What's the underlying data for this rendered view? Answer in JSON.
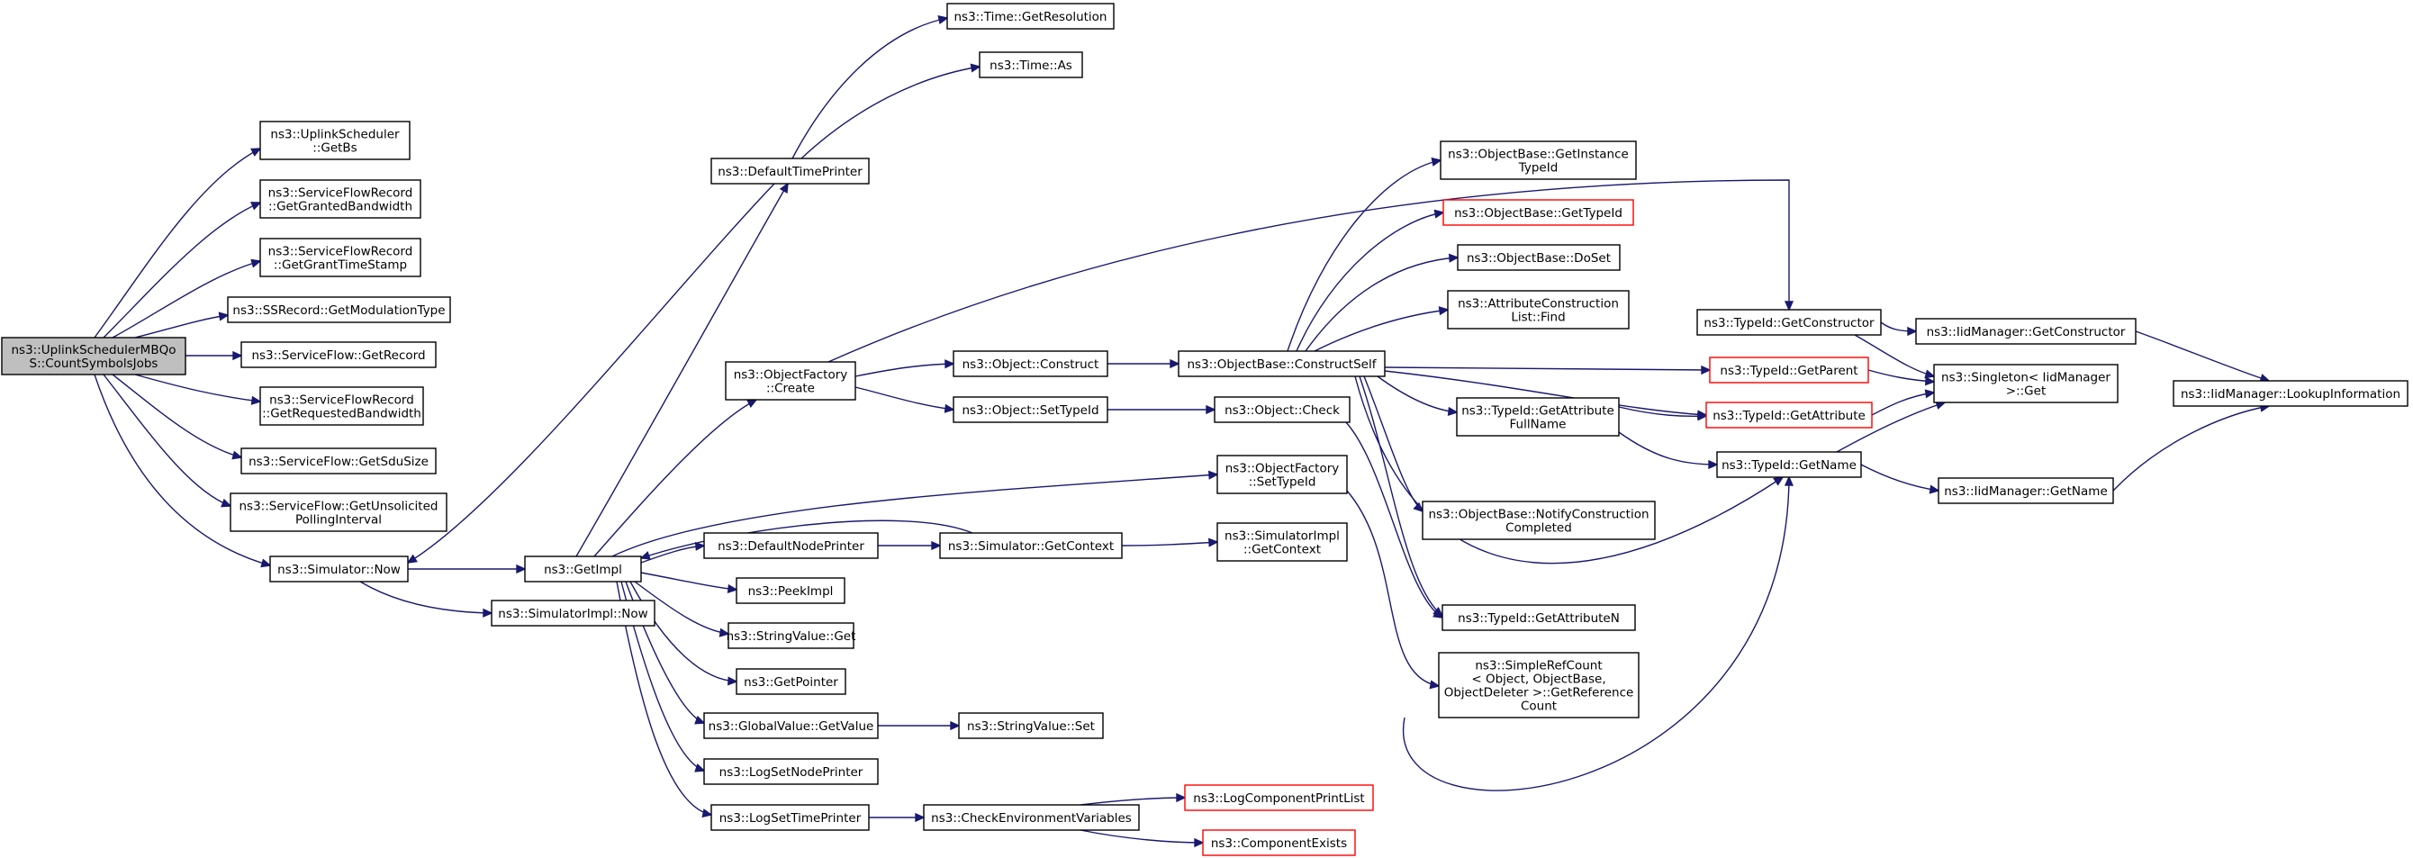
{
  "nodes": [
    {
      "id": "root",
      "lines": [
        "ns3::UplinkSchedulerMBQo",
        "S::CountSymbolsJobs"
      ],
      "style": "root"
    },
    {
      "id": "getbs",
      "lines": [
        "ns3::UplinkScheduler",
        "::GetBs"
      ]
    },
    {
      "id": "grantedbw",
      "lines": [
        "ns3::ServiceFlowRecord",
        "::GetGrantedBandwidth"
      ]
    },
    {
      "id": "granttime",
      "lines": [
        "ns3::ServiceFlowRecord",
        "::GetGrantTimeStamp"
      ]
    },
    {
      "id": "modtype",
      "lines": [
        "ns3::SSRecord::GetModulationType"
      ]
    },
    {
      "id": "getrecord",
      "lines": [
        "ns3::ServiceFlow::GetRecord"
      ]
    },
    {
      "id": "reqbw",
      "lines": [
        "ns3::ServiceFlowRecord",
        "::GetRequestedBandwidth"
      ]
    },
    {
      "id": "sdusize",
      "lines": [
        "ns3::ServiceFlow::GetSduSize"
      ]
    },
    {
      "id": "unsolicited",
      "lines": [
        "ns3::ServiceFlow::GetUnsolicited",
        "PollingInterval"
      ]
    },
    {
      "id": "simnow",
      "lines": [
        "ns3::Simulator::Now"
      ]
    },
    {
      "id": "deftimeprinter",
      "lines": [
        "ns3::DefaultTimePrinter"
      ]
    },
    {
      "id": "getresolution",
      "lines": [
        "ns3::Time::GetResolution"
      ]
    },
    {
      "id": "timeas",
      "lines": [
        "ns3::Time::As"
      ]
    },
    {
      "id": "objfactcreate",
      "lines": [
        "ns3::ObjectFactory",
        "::Create"
      ]
    },
    {
      "id": "objconstruct",
      "lines": [
        "ns3::Object::Construct"
      ]
    },
    {
      "id": "objsettypeid",
      "lines": [
        "ns3::Object::SetTypeId"
      ]
    },
    {
      "id": "getimpl",
      "lines": [
        "ns3::GetImpl"
      ]
    },
    {
      "id": "simimplnow",
      "lines": [
        "ns3::SimulatorImpl::Now"
      ]
    },
    {
      "id": "defnodeprinter",
      "lines": [
        "ns3::DefaultNodePrinter"
      ]
    },
    {
      "id": "peekimpl",
      "lines": [
        "ns3::PeekImpl"
      ]
    },
    {
      "id": "strvalget",
      "lines": [
        "ns3::StringValue::Get"
      ]
    },
    {
      "id": "getpointer",
      "lines": [
        "ns3::GetPointer"
      ]
    },
    {
      "id": "globalgetvalue",
      "lines": [
        "ns3::GlobalValue::GetValue"
      ]
    },
    {
      "id": "logsetnode",
      "lines": [
        "ns3::LogSetNodePrinter"
      ]
    },
    {
      "id": "logsettime",
      "lines": [
        "ns3::LogSetTimePrinter"
      ]
    },
    {
      "id": "simgetcontext",
      "lines": [
        "ns3::Simulator::GetContext"
      ]
    },
    {
      "id": "strvalset",
      "lines": [
        "ns3::StringValue::Set"
      ]
    },
    {
      "id": "checkenv",
      "lines": [
        "ns3::CheckEnvironmentVariables"
      ]
    },
    {
      "id": "logcompprint",
      "lines": [
        "ns3::LogComponentPrintList"
      ],
      "style": "trunc"
    },
    {
      "id": "compexists",
      "lines": [
        "ns3::ComponentExists"
      ],
      "style": "trunc"
    },
    {
      "id": "objcheck",
      "lines": [
        "ns3::Object::Check"
      ]
    },
    {
      "id": "objfactsettypeid",
      "lines": [
        "ns3::ObjectFactory",
        "::SetTypeId"
      ]
    },
    {
      "id": "simimplgetcontext",
      "lines": [
        "ns3::SimulatorImpl",
        "::GetContext"
      ]
    },
    {
      "id": "constructself",
      "lines": [
        "ns3::ObjectBase::ConstructSelf"
      ]
    },
    {
      "id": "getinstancetypeid",
      "lines": [
        "ns3::ObjectBase::GetInstance",
        "TypeId"
      ]
    },
    {
      "id": "obgettypeid",
      "lines": [
        "ns3::ObjectBase::GetTypeId"
      ],
      "style": "trunc"
    },
    {
      "id": "obdoset",
      "lines": [
        "ns3::ObjectBase::DoSet"
      ]
    },
    {
      "id": "attrconstrfind",
      "lines": [
        "ns3::AttributeConstruction",
        "List::Find"
      ]
    },
    {
      "id": "getattrfullname",
      "lines": [
        "ns3::TypeId::GetAttribute",
        "FullName"
      ]
    },
    {
      "id": "notifyconstr",
      "lines": [
        "ns3::ObjectBase::NotifyConstruction",
        "Completed"
      ]
    },
    {
      "id": "getattributen",
      "lines": [
        "ns3::TypeId::GetAttributeN"
      ]
    },
    {
      "id": "simplerefcount",
      "lines": [
        "ns3::SimpleRefCount",
        "< Object, ObjectBase,",
        "ObjectDeleter >::GetReference",
        "Count"
      ]
    },
    {
      "id": "getconstructor",
      "lines": [
        "ns3::TypeId::GetConstructor"
      ]
    },
    {
      "id": "getparent",
      "lines": [
        "ns3::TypeId::GetParent"
      ],
      "style": "trunc"
    },
    {
      "id": "getattribute",
      "lines": [
        "ns3::TypeId::GetAttribute"
      ],
      "style": "trunc"
    },
    {
      "id": "typeidgetname",
      "lines": [
        "ns3::TypeId::GetName"
      ]
    },
    {
      "id": "iidgetconstructor",
      "lines": [
        "ns3::IidManager::GetConstructor"
      ]
    },
    {
      "id": "singletonget",
      "lines": [
        "ns3::Singleton< IidManager",
        " >::Get"
      ]
    },
    {
      "id": "iidgetname",
      "lines": [
        "ns3::IidManager::GetName"
      ]
    },
    {
      "id": "lookupinfo",
      "lines": [
        "ns3::IidManager::LookupInformation"
      ]
    }
  ]
}
